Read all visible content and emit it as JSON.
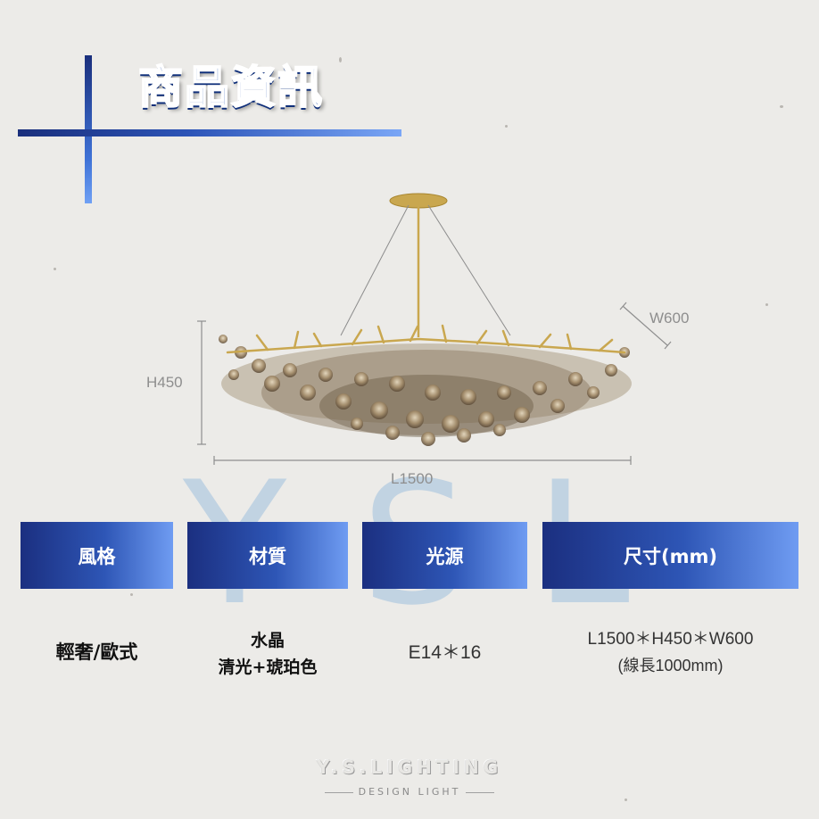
{
  "header": {
    "title": "商品資訊"
  },
  "dimensions": {
    "height": "H450",
    "width": "W600",
    "length": "L1500"
  },
  "watermark": {
    "letters": [
      "Y",
      "S",
      "L"
    ]
  },
  "table": {
    "headers": [
      "風格",
      "材質",
      "光源",
      "尺寸(mm)"
    ],
    "style": "輕奢/歐式",
    "material_lines": [
      "水晶",
      "清光+琥珀色"
    ],
    "light_source": "E14＊16",
    "size_lines": [
      "L1500＊H450＊W600",
      "(線長1000mm)"
    ]
  },
  "footer": {
    "brand": "Y.S.LIGHTING",
    "tagline": "DESIGN LIGHT"
  }
}
